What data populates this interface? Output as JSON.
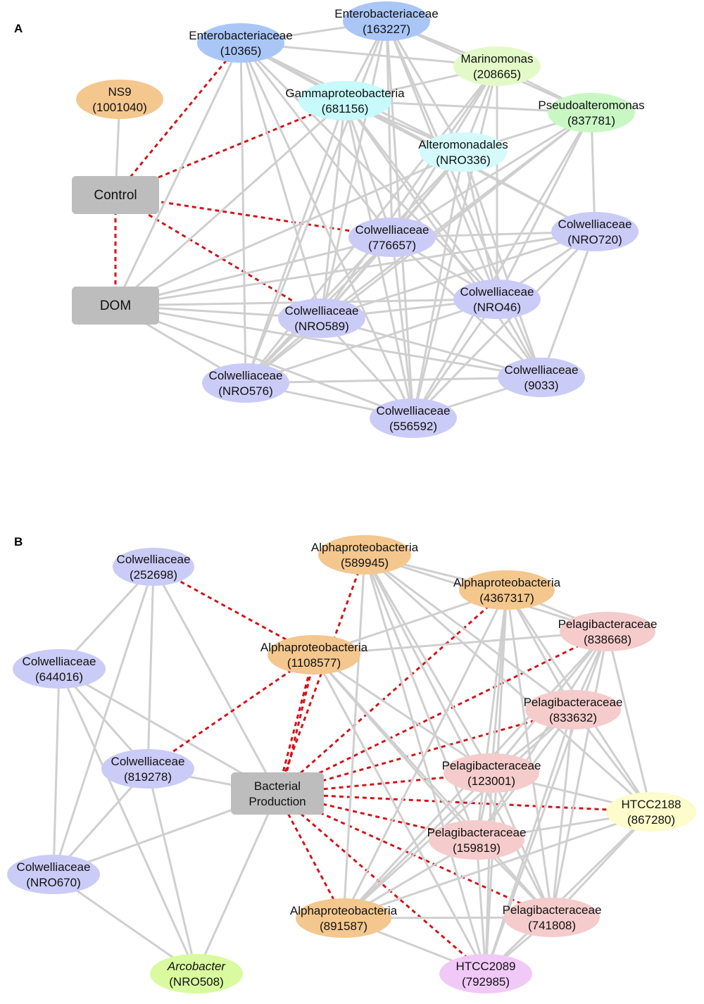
{
  "panels": [
    {
      "label": "A",
      "nodes": [
        {
          "id": "ns9",
          "lines": [
            "NS9",
            "(1001040)"
          ],
          "shape": "ellipse",
          "color": "#f4c78e"
        },
        {
          "id": "control",
          "lines": [
            "Control"
          ],
          "shape": "rect",
          "color": "#bdbdbd"
        },
        {
          "id": "dom",
          "lines": [
            "DOM"
          ],
          "shape": "rect",
          "color": "#bdbdbd"
        },
        {
          "id": "ent10365",
          "lines": [
            "Enterobacteriaceae",
            "(10365)"
          ],
          "shape": "ellipse",
          "color": "#a9c6f7"
        },
        {
          "id": "ent163227",
          "lines": [
            "Enterobacteriaceae",
            "(163227)"
          ],
          "shape": "ellipse",
          "color": "#a9c6f7"
        },
        {
          "id": "mar",
          "lines": [
            "Marinomonas",
            "(208665)"
          ],
          "shape": "ellipse",
          "color": "#e3fac8"
        },
        {
          "id": "gam",
          "lines": [
            "Gammaproteobacteria",
            "(681156)"
          ],
          "shape": "ellipse",
          "color": "#c6fafb"
        },
        {
          "id": "pse",
          "lines": [
            "Pseudoalteromonas",
            "(837781)"
          ],
          "shape": "ellipse",
          "color": "#c8f7c4"
        },
        {
          "id": "alt",
          "lines": [
            "Alteromonadales",
            "(NRO336)"
          ],
          "shape": "ellipse",
          "color": "#d4fafb"
        },
        {
          "id": "c776657",
          "lines": [
            "Colwelliaceae",
            "(776657)"
          ],
          "shape": "ellipse",
          "color": "#cbcbf7"
        },
        {
          "id": "cnro720",
          "lines": [
            "Colwelliaceae",
            "(NRO720)"
          ],
          "shape": "ellipse",
          "color": "#cbcbf7"
        },
        {
          "id": "cnro46",
          "lines": [
            "Colwelliaceae",
            "(NRO46)"
          ],
          "shape": "ellipse",
          "color": "#cbcbf7"
        },
        {
          "id": "cnro589",
          "lines": [
            "Colwelliaceae",
            "(NRO589)"
          ],
          "shape": "ellipse",
          "color": "#cbcbf7"
        },
        {
          "id": "cnro576",
          "lines": [
            "Colwelliaceae",
            "(NRO576)"
          ],
          "shape": "ellipse",
          "color": "#cbcbf7"
        },
        {
          "id": "c9033",
          "lines": [
            "Colwelliaceae",
            "(9033)"
          ],
          "shape": "ellipse",
          "color": "#cbcbf7"
        },
        {
          "id": "c556592",
          "lines": [
            "Colwelliaceae",
            "(556592)"
          ],
          "shape": "ellipse",
          "color": "#cbcbf7"
        }
      ],
      "edges": [
        [
          "ns9",
          "control",
          "solid"
        ],
        [
          "control",
          "ent10365",
          "dashed"
        ],
        [
          "control",
          "gam",
          "dashed"
        ],
        [
          "control",
          "c776657",
          "dashed"
        ],
        [
          "control",
          "cnro589",
          "dashed"
        ],
        [
          "control",
          "dom",
          "dashed"
        ],
        [
          "dom",
          "ent10365",
          "solid"
        ],
        [
          "dom",
          "gam",
          "solid"
        ],
        [
          "dom",
          "alt",
          "solid"
        ],
        [
          "dom",
          "c776657",
          "solid"
        ],
        [
          "dom",
          "cnro720",
          "solid"
        ],
        [
          "dom",
          "cnro46",
          "solid"
        ],
        [
          "dom",
          "cnro589",
          "solid"
        ],
        [
          "dom",
          "cnro576",
          "solid"
        ],
        [
          "dom",
          "c9033",
          "solid"
        ],
        [
          "dom",
          "c556592",
          "solid"
        ],
        [
          "ent10365",
          "ent163227",
          "solid"
        ],
        [
          "ent10365",
          "mar",
          "solid"
        ],
        [
          "ent10365",
          "gam",
          "solid"
        ],
        [
          "ent10365",
          "alt",
          "solid"
        ],
        [
          "ent10365",
          "c776657",
          "solid"
        ],
        [
          "ent10365",
          "cnro720",
          "solid"
        ],
        [
          "ent10365",
          "cnro46",
          "solid"
        ],
        [
          "ent10365",
          "cnro589",
          "solid"
        ],
        [
          "ent10365",
          "cnro576",
          "solid"
        ],
        [
          "ent10365",
          "c556592",
          "solid"
        ],
        [
          "ent163227",
          "mar",
          "solid"
        ],
        [
          "ent163227",
          "gam",
          "solid"
        ],
        [
          "ent163227",
          "pse",
          "solid"
        ],
        [
          "ent163227",
          "alt",
          "solid"
        ],
        [
          "ent163227",
          "c776657",
          "solid"
        ],
        [
          "ent163227",
          "cnro46",
          "solid"
        ],
        [
          "ent163227",
          "cnro589",
          "solid"
        ],
        [
          "ent163227",
          "cnro576",
          "solid"
        ],
        [
          "ent163227",
          "c9033",
          "solid"
        ],
        [
          "ent163227",
          "c556592",
          "solid"
        ],
        [
          "mar",
          "gam",
          "solid"
        ],
        [
          "mar",
          "pse",
          "solid"
        ],
        [
          "mar",
          "alt",
          "solid"
        ],
        [
          "mar",
          "c776657",
          "solid"
        ],
        [
          "mar",
          "cnro46",
          "solid"
        ],
        [
          "mar",
          "cnro589",
          "solid"
        ],
        [
          "mar",
          "cnro576",
          "solid"
        ],
        [
          "mar",
          "c556592",
          "solid"
        ],
        [
          "gam",
          "alt",
          "solid"
        ],
        [
          "gam",
          "pse",
          "solid"
        ],
        [
          "gam",
          "c776657",
          "solid"
        ],
        [
          "gam",
          "cnro720",
          "solid"
        ],
        [
          "gam",
          "cnro46",
          "solid"
        ],
        [
          "gam",
          "cnro589",
          "solid"
        ],
        [
          "gam",
          "cnro576",
          "solid"
        ],
        [
          "gam",
          "c9033",
          "solid"
        ],
        [
          "gam",
          "c556592",
          "solid"
        ],
        [
          "pse",
          "alt",
          "solid"
        ],
        [
          "pse",
          "c776657",
          "solid"
        ],
        [
          "pse",
          "cnro720",
          "solid"
        ],
        [
          "pse",
          "cnro46",
          "solid"
        ],
        [
          "pse",
          "cnro589",
          "solid"
        ],
        [
          "pse",
          "cnro576",
          "solid"
        ],
        [
          "pse",
          "c556592",
          "solid"
        ],
        [
          "alt",
          "c776657",
          "solid"
        ],
        [
          "alt",
          "cnro46",
          "solid"
        ],
        [
          "alt",
          "cnro589",
          "solid"
        ],
        [
          "alt",
          "cnro576",
          "solid"
        ],
        [
          "alt",
          "c9033",
          "solid"
        ],
        [
          "alt",
          "c556592",
          "solid"
        ],
        [
          "c776657",
          "cnro720",
          "solid"
        ],
        [
          "c776657",
          "cnro46",
          "solid"
        ],
        [
          "c776657",
          "cnro589",
          "solid"
        ],
        [
          "c776657",
          "cnro576",
          "solid"
        ],
        [
          "c776657",
          "c9033",
          "solid"
        ],
        [
          "c776657",
          "c556592",
          "solid"
        ],
        [
          "cnro720",
          "cnro46",
          "solid"
        ],
        [
          "cnro720",
          "cnro589",
          "solid"
        ],
        [
          "cnro720",
          "c9033",
          "solid"
        ],
        [
          "cnro720",
          "c556592",
          "solid"
        ],
        [
          "cnro46",
          "cnro589",
          "solid"
        ],
        [
          "cnro46",
          "cnro576",
          "solid"
        ],
        [
          "cnro46",
          "c9033",
          "solid"
        ],
        [
          "cnro46",
          "c556592",
          "solid"
        ],
        [
          "cnro589",
          "cnro576",
          "solid"
        ],
        [
          "cnro589",
          "c9033",
          "solid"
        ],
        [
          "cnro589",
          "c556592",
          "solid"
        ],
        [
          "cnro576",
          "c556592",
          "solid"
        ],
        [
          "cnro576",
          "c9033",
          "solid"
        ],
        [
          "c9033",
          "c556592",
          "solid"
        ]
      ]
    },
    {
      "label": "B",
      "nodes": [
        {
          "id": "c252698",
          "lines": [
            "Colwelliaceae",
            "(252698)"
          ],
          "shape": "ellipse",
          "color": "#cbcbf7"
        },
        {
          "id": "c644016",
          "lines": [
            "Colwelliaceae",
            "(644016)"
          ],
          "shape": "ellipse",
          "color": "#cbcbf7"
        },
        {
          "id": "c819278",
          "lines": [
            "Colwelliaceae",
            "(819278)"
          ],
          "shape": "ellipse",
          "color": "#cbcbf7"
        },
        {
          "id": "cnro670",
          "lines": [
            "Colwelliaceae",
            "(NRO670)"
          ],
          "shape": "ellipse",
          "color": "#cbcbf7"
        },
        {
          "id": "arc",
          "lines": [
            "Arcobacter",
            "(NRO508)"
          ],
          "shape": "ellipse",
          "color": "#d9fa9e",
          "italic_first": true
        },
        {
          "id": "bp",
          "lines": [
            "Bacterial",
            "Production"
          ],
          "shape": "rect",
          "color": "#bdbdbd"
        },
        {
          "id": "a589945",
          "lines": [
            "Alphaproteobacteria",
            "(589945)"
          ],
          "shape": "ellipse",
          "color": "#f4c78e"
        },
        {
          "id": "a4367317",
          "lines": [
            "Alphaproteobacteria",
            "(4367317)"
          ],
          "shape": "ellipse",
          "color": "#f4c78e"
        },
        {
          "id": "a1108577",
          "lines": [
            "Alphaproteobacteria",
            "(1108577)"
          ],
          "shape": "ellipse",
          "color": "#f4c78e"
        },
        {
          "id": "a891587",
          "lines": [
            "Alphaproteobacteria",
            "(891587)"
          ],
          "shape": "ellipse",
          "color": "#f4c78e"
        },
        {
          "id": "p838668",
          "lines": [
            "Pelagibacteraceae",
            "(838668)"
          ],
          "shape": "ellipse",
          "color": "#f5cbcb"
        },
        {
          "id": "p833632",
          "lines": [
            "Pelagibacteraceae",
            "(833632)"
          ],
          "shape": "ellipse",
          "color": "#f5cbcb"
        },
        {
          "id": "p123001",
          "lines": [
            "Pelagibacteraceae",
            "(123001)"
          ],
          "shape": "ellipse",
          "color": "#f5cbcb"
        },
        {
          "id": "p159819",
          "lines": [
            "Pelagibacteraceae",
            "(159819)"
          ],
          "shape": "ellipse",
          "color": "#f5cbcb"
        },
        {
          "id": "p741808",
          "lines": [
            "Pelagibacteraceae",
            "(741808)"
          ],
          "shape": "ellipse",
          "color": "#f5cbcb"
        },
        {
          "id": "h867280",
          "lines": [
            "HTCC2188",
            "(867280)"
          ],
          "shape": "ellipse",
          "color": "#fcfccc"
        },
        {
          "id": "h792985",
          "lines": [
            "HTCC2089",
            "(792985)"
          ],
          "shape": "ellipse",
          "color": "#f1c9f7"
        }
      ],
      "edges": [
        [
          "c252698",
          "c644016",
          "solid"
        ],
        [
          "c252698",
          "c819278",
          "solid"
        ],
        [
          "c252698",
          "cnro670",
          "solid"
        ],
        [
          "c252698",
          "bp",
          "solid"
        ],
        [
          "c252698",
          "a1108577",
          "dashed"
        ],
        [
          "c644016",
          "c819278",
          "solid"
        ],
        [
          "c644016",
          "cnro670",
          "solid"
        ],
        [
          "c644016",
          "bp",
          "solid"
        ],
        [
          "c644016",
          "arc",
          "solid"
        ],
        [
          "c819278",
          "bp",
          "solid"
        ],
        [
          "c819278",
          "cnro670",
          "solid"
        ],
        [
          "c819278",
          "arc",
          "solid"
        ],
        [
          "c819278",
          "a1108577",
          "dashed"
        ],
        [
          "cnro670",
          "bp",
          "solid"
        ],
        [
          "cnro670",
          "arc",
          "solid"
        ],
        [
          "bp",
          "arc",
          "solid"
        ],
        [
          "bp",
          "a1108577",
          "dashed"
        ],
        [
          "bp",
          "a1108577",
          "dashed"
        ],
        [
          "bp",
          "a589945",
          "dashed"
        ],
        [
          "bp",
          "a4367317",
          "dashed"
        ],
        [
          "bp",
          "p838668",
          "dashed"
        ],
        [
          "bp",
          "p833632",
          "dashed"
        ],
        [
          "bp",
          "p123001",
          "dashed"
        ],
        [
          "bp",
          "h867280",
          "dashed"
        ],
        [
          "bp",
          "p159819",
          "dashed"
        ],
        [
          "bp",
          "p741808",
          "dashed"
        ],
        [
          "bp",
          "a891587",
          "dashed"
        ],
        [
          "bp",
          "h792985",
          "dashed"
        ],
        [
          "a589945",
          "a4367317",
          "solid"
        ],
        [
          "a589945",
          "p838668",
          "solid"
        ],
        [
          "a589945",
          "p833632",
          "solid"
        ],
        [
          "a589945",
          "p123001",
          "solid"
        ],
        [
          "a589945",
          "p159819",
          "solid"
        ],
        [
          "a589945",
          "p741808",
          "solid"
        ],
        [
          "a589945",
          "h792985",
          "solid"
        ],
        [
          "a589945",
          "a891587",
          "solid"
        ],
        [
          "a589945",
          "h867280",
          "solid"
        ],
        [
          "a4367317",
          "a1108577",
          "solid"
        ],
        [
          "a4367317",
          "p838668",
          "solid"
        ],
        [
          "a4367317",
          "p833632",
          "solid"
        ],
        [
          "a4367317",
          "p123001",
          "solid"
        ],
        [
          "a4367317",
          "p159819",
          "solid"
        ],
        [
          "a4367317",
          "p741808",
          "solid"
        ],
        [
          "a4367317",
          "h867280",
          "solid"
        ],
        [
          "a4367317",
          "h792985",
          "solid"
        ],
        [
          "a4367317",
          "a891587",
          "solid"
        ],
        [
          "a1108577",
          "p838668",
          "solid"
        ],
        [
          "a1108577",
          "p123001",
          "solid"
        ],
        [
          "a1108577",
          "p159819",
          "solid"
        ],
        [
          "a1108577",
          "p741808",
          "solid"
        ],
        [
          "a1108577",
          "h792985",
          "solid"
        ],
        [
          "p838668",
          "p833632",
          "solid"
        ],
        [
          "p838668",
          "p123001",
          "solid"
        ],
        [
          "p838668",
          "p159819",
          "solid"
        ],
        [
          "p838668",
          "p741808",
          "solid"
        ],
        [
          "p838668",
          "h867280",
          "solid"
        ],
        [
          "p838668",
          "h792985",
          "solid"
        ],
        [
          "p838668",
          "a891587",
          "solid"
        ],
        [
          "p833632",
          "p123001",
          "solid"
        ],
        [
          "p833632",
          "p159819",
          "solid"
        ],
        [
          "p833632",
          "p741808",
          "solid"
        ],
        [
          "p833632",
          "h867280",
          "solid"
        ],
        [
          "p833632",
          "h792985",
          "solid"
        ],
        [
          "p833632",
          "a891587",
          "solid"
        ],
        [
          "p123001",
          "p159819",
          "solid"
        ],
        [
          "p123001",
          "p741808",
          "solid"
        ],
        [
          "p123001",
          "h867280",
          "solid"
        ],
        [
          "p123001",
          "h792985",
          "solid"
        ],
        [
          "p123001",
          "a891587",
          "solid"
        ],
        [
          "p159819",
          "p741808",
          "solid"
        ],
        [
          "p159819",
          "h867280",
          "solid"
        ],
        [
          "p159819",
          "h792985",
          "solid"
        ],
        [
          "p159819",
          "a891587",
          "solid"
        ],
        [
          "p741808",
          "h867280",
          "solid"
        ],
        [
          "p741808",
          "h792985",
          "solid"
        ],
        [
          "p741808",
          "a891587",
          "solid"
        ],
        [
          "h867280",
          "h792985",
          "solid"
        ],
        [
          "h867280",
          "a891587",
          "solid"
        ],
        [
          "a891587",
          "h792985",
          "solid"
        ]
      ]
    }
  ]
}
